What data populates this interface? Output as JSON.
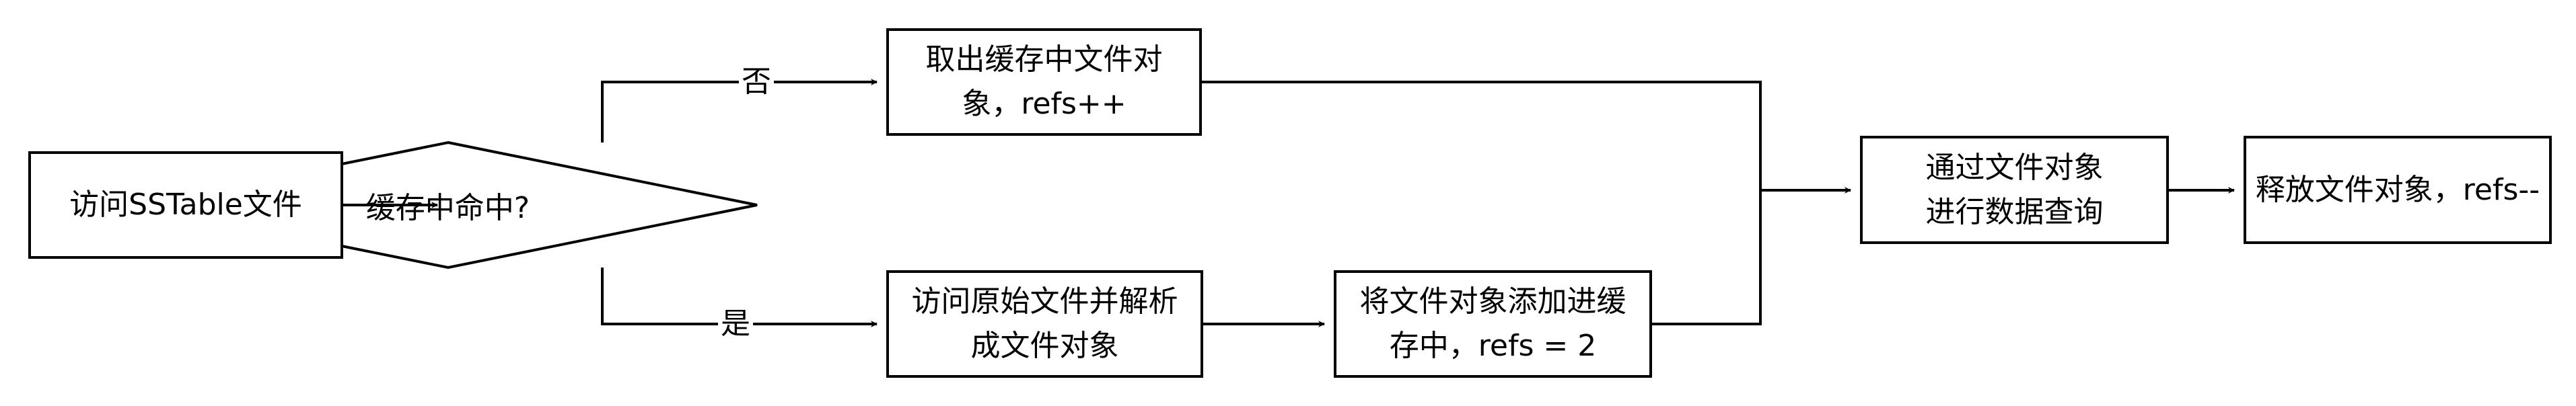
{
  "nodes": {
    "access_sstable": "访问SSTable文件",
    "cache_hit": "缓存中命中?",
    "take_from_cache": [
      "取出缓存中文件对",
      "象，refs++"
    ],
    "access_raw": [
      "访问原始文件并解析",
      "成文件对象"
    ],
    "add_to_cache": [
      "将文件对象添加进缓",
      "存中，refs = 2"
    ],
    "query": [
      "通过文件对象",
      "进行数据查询"
    ],
    "release": "释放文件对象，refs--"
  },
  "edges": {
    "no_label": "否",
    "yes_label": "是"
  },
  "colors": {
    "stroke": "#000000",
    "fill": "#ffffff"
  }
}
